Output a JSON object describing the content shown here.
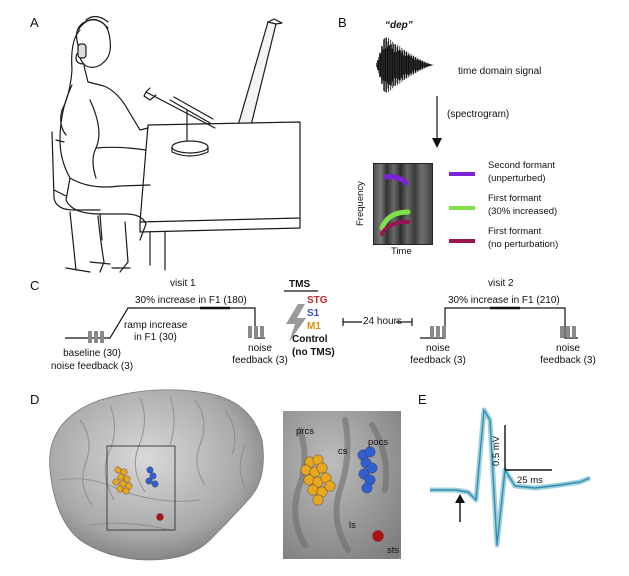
{
  "panels": {
    "a": {
      "letter": "A"
    },
    "b": {
      "letter": "B",
      "word": "“dep”",
      "signal_label": "time domain signal",
      "spectrogram_label": "(spectrogram)",
      "y_axis": "Frequency",
      "x_axis": "Time",
      "legend": [
        {
          "line1": "Second formant",
          "line2": "(unperturbed)",
          "color": "#7a22d6"
        },
        {
          "line1": "First formant",
          "line2": "(30% increased)",
          "color": "#7ee04a"
        },
        {
          "line1": "First formant",
          "line2": "(no perturbation)",
          "color": "#9a1452"
        }
      ]
    },
    "c": {
      "letter": "C",
      "visit1": "visit 1",
      "visit1_increase": "30% increase in F1 (180)",
      "ramp_line1": "ramp increase",
      "ramp_line2": "in F1 (30)",
      "baseline_line1": "baseline (30)",
      "baseline_line2": "noise feedback (3)",
      "noise_line1": "noise",
      "noise_line2": "feedback (3)",
      "tms_title": "TMS",
      "tms_conditions": [
        {
          "label": "STG",
          "color": "#c62828"
        },
        {
          "label": "S1",
          "color": "#2f55c8"
        },
        {
          "label": "M1",
          "color": "#d4900e"
        }
      ],
      "control_line1": "Control",
      "control_line2": "(no TMS)",
      "interval": "24 hours",
      "visit2": "visit 2",
      "visit2_increase": "30% increase in F1 (210)",
      "noise2_line1": "noise",
      "noise2_line2": "feedback (3)",
      "noise3_line1": "noise",
      "noise3_line2": "feedback (3)"
    },
    "d": {
      "letter": "D",
      "labels": {
        "prcs": "prcs",
        "cs": "cs",
        "pocs": "pocs",
        "ls": "ls",
        "sts": "sts"
      },
      "colors": {
        "m1": "#e8a71e",
        "s1": "#2f5fd0",
        "stg": "#b01010"
      }
    },
    "e": {
      "letter": "E",
      "scale_v": "0.5 mV",
      "scale_t": "25 ms",
      "trace_color": "#2f8fb0"
    }
  }
}
